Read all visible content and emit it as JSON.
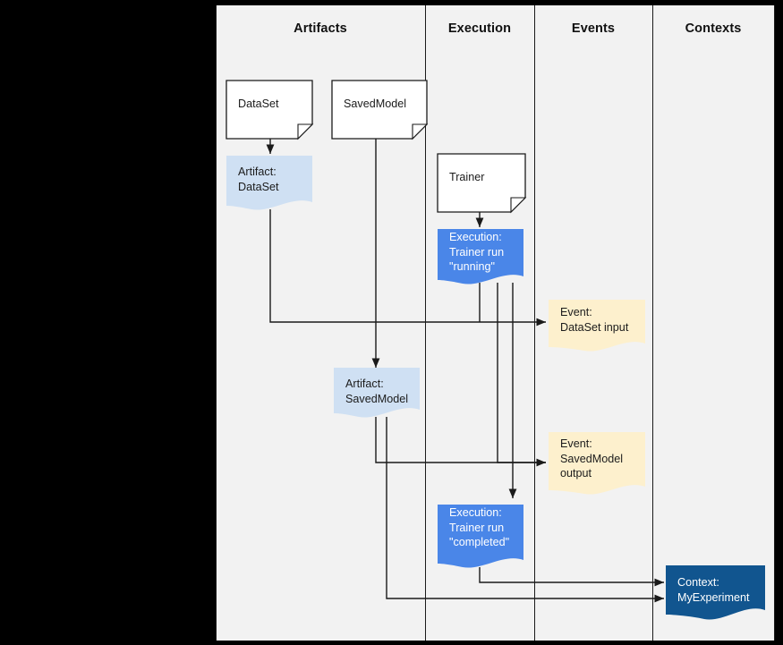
{
  "canvas": {
    "background": "#000000",
    "panel_background": "#f2f2f2",
    "line_color": "#1a1a1a"
  },
  "lanes": [
    {
      "id": "artifacts",
      "label": "Artifacts"
    },
    {
      "id": "execution",
      "label": "Execution"
    },
    {
      "id": "events",
      "label": "Events"
    },
    {
      "id": "contexts",
      "label": "Contexts"
    }
  ],
  "palette": {
    "document_fill": "#ffffff",
    "document_stroke": "#1a1a1a",
    "artifact_fill": "#cfe0f3",
    "execution_fill": "#4a86e8",
    "event_fill": "#fdf0cd",
    "context_fill": "#11558f",
    "text_dark": "#1b1b1b",
    "text_light": "#ffffff"
  },
  "nodes": [
    {
      "id": "doc-dataset",
      "kind": "document",
      "lane": "artifacts",
      "label": "DataSet"
    },
    {
      "id": "doc-savedmodel",
      "kind": "document",
      "lane": "artifacts",
      "label": "SavedModel"
    },
    {
      "id": "doc-trainer",
      "kind": "document",
      "lane": "execution",
      "label": "Trainer"
    },
    {
      "id": "art-dataset",
      "kind": "artifact",
      "lane": "artifacts",
      "label": "Artifact:\nDataSet"
    },
    {
      "id": "art-savedmodel",
      "kind": "artifact",
      "lane": "artifacts",
      "label": "Artifact:\nSavedModel"
    },
    {
      "id": "exec-running",
      "kind": "execution",
      "lane": "execution",
      "label": "Execution:\nTrainer run\n\"running\""
    },
    {
      "id": "exec-completed",
      "kind": "execution",
      "lane": "execution",
      "label": "Execution:\nTrainer run\n\"completed\""
    },
    {
      "id": "evt-input",
      "kind": "event",
      "lane": "events",
      "label": "Event:\nDataSet input"
    },
    {
      "id": "evt-output",
      "kind": "event",
      "lane": "events",
      "label": "Event:\nSavedModel\noutput"
    },
    {
      "id": "ctx-myexperiment",
      "kind": "context",
      "lane": "contexts",
      "label": "Context:\nMyExperiment"
    }
  ],
  "edges": [
    {
      "from": "doc-dataset",
      "to": "art-dataset"
    },
    {
      "from": "doc-savedmodel",
      "to": "art-savedmodel"
    },
    {
      "from": "doc-trainer",
      "to": "exec-running"
    },
    {
      "from": "art-dataset",
      "to": "evt-input"
    },
    {
      "from": "exec-running",
      "to": "evt-input"
    },
    {
      "from": "exec-running",
      "to": "evt-output"
    },
    {
      "from": "exec-running",
      "to": "exec-completed"
    },
    {
      "from": "art-savedmodel",
      "to": "evt-output"
    },
    {
      "from": "art-savedmodel",
      "to": "ctx-myexperiment"
    },
    {
      "from": "exec-completed",
      "to": "ctx-myexperiment"
    }
  ]
}
